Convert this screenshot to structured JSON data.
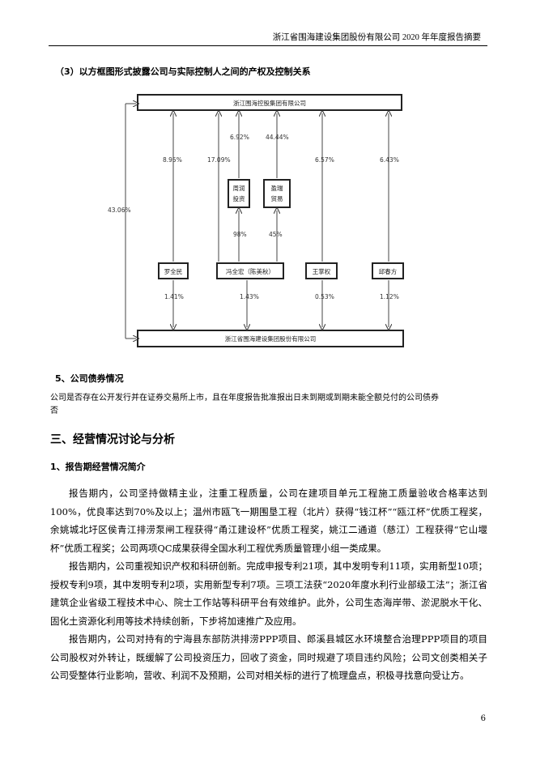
{
  "header": {
    "title": "浙江省围海建设集团股份有限公司 2020 年年度报告摘要"
  },
  "sections": {
    "ownership_heading": "（3）以方框图形式披露公司与实际控制人之间的产权及控制关系",
    "bonds_heading": "5、公司债券情况",
    "bonds_question": "公司是否存在公开发行并在证券交易所上市，且在年度报告批准报出日未到期或到期未能全额兑付的公司债券",
    "bonds_answer": "否",
    "ops_heading": "三、经营情况讨论与分析",
    "ops_sub": "1、报告期经营情况简介"
  },
  "diagram": {
    "top_company": "浙江围海控股集团有限公司",
    "bottom_company": "浙江省围海建设集团股份有限公司",
    "mid_a": [
      "周润",
      "投资"
    ],
    "mid_b": [
      "盈瑞",
      "贸易"
    ],
    "persons": [
      "罗全民",
      "冯全宏（陈美秋）",
      "王掌权",
      "邱春方"
    ],
    "pct_left_outer": "43.06%",
    "pct_p1_top": "8.95%",
    "pct_p2_top": "17.09%",
    "pct_mida_top": "6.92%",
    "pct_midb_top": "44.44%",
    "pct_p3_top": "6.57%",
    "pct_p4_top": "6.43%",
    "pct_mida_from": "98%",
    "pct_midb_from": "45%",
    "pct_p1_bottom": "1.41%",
    "pct_p2_bottom": "1.43%",
    "pct_p3_bottom": "0.53%",
    "pct_p4_bottom": "1.12%"
  },
  "paragraphs": [
    "报告期内，公司坚持做精主业，注重工程质量，公司在建项目单元工程施工质量验收合格率达到100%，优良率达到70%及以上；温州市瓯飞一期围垦工程（北片）获得“钱江杯”“瓯江杯”优质工程奖，余姚城北圩区侯青江排涝泵闸工程获得“甬江建设杯”优质工程奖，姚江二通道（慈江）工程获得“它山堰杯”优质工程奖；公司两项QC成果获得全国水利工程优秀质量管理小组一类成果。",
    "报告期内，公司重视知识产权和科研创新。完成申报专利21项，其中发明专利11项，实用新型10项；授权专利9项，其中发明专利2项，实用新型专利7项。三项工法获“2020年度水利行业部级工法”；浙江省建筑企业省级工程技术中心、院士工作站等科研平台有效维护。此外，公司生态海岸带、淤泥脱水干化、固化土资源化利用等技术持续创新，下步将加速推广及应用。",
    "报告期内，公司对持有的宁海县东部防洪排涝PPP项目、郎溪县城区水环境整合治理PPP项目的项目公司股权对外转让，既缓解了公司投资压力，回收了资金，同时规避了项目违约风险；公司文创类相关子公司受整体行业影响，营收、利润不及预期，公司对相关标的进行了梳理盘点，积极寻找意向受让方。"
  ],
  "page_number": "6"
}
